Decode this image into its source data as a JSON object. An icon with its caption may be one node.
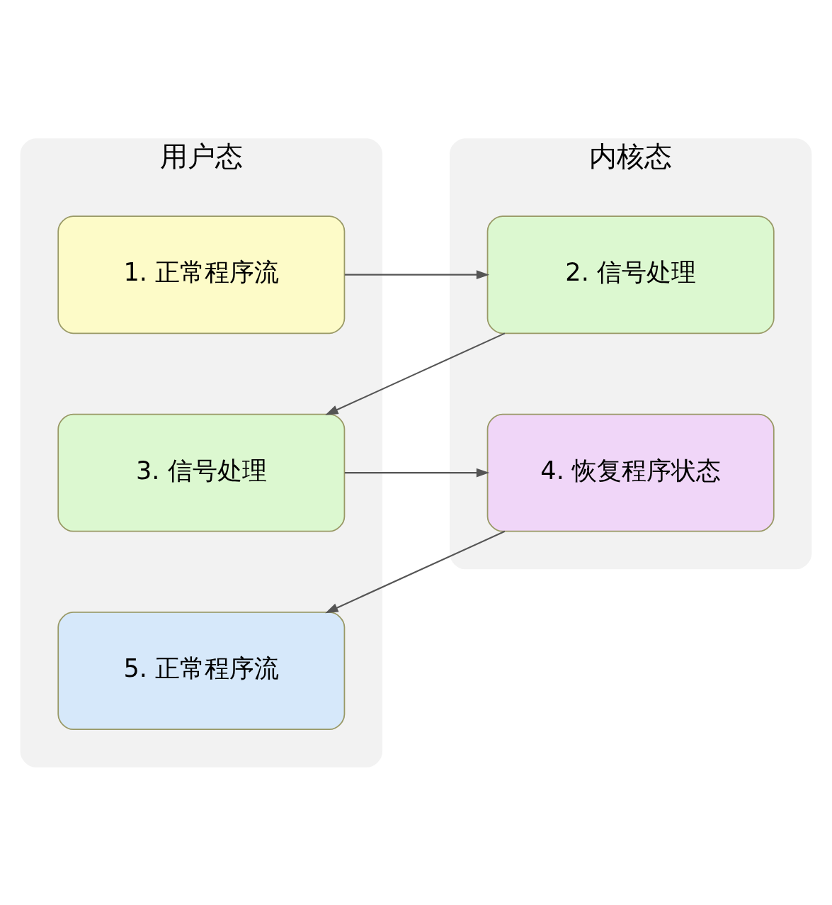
{
  "diagram": {
    "nodes": [
      {
        "text": [
          "用户态"
        ]
      },
      {
        "text": [
          "1. 正常程序流"
        ],
        "in": 0
      },
      {
        "text": [
          "内核态"
        ]
      },
      {
        "text": [
          "2. 信号处理"
        ],
        "in": 2
      },
      {
        "text": [
          "3. 信号处理"
        ],
        "in": 0
      },
      {
        "text": [
          "4. 恢复程序状态"
        ],
        "in": 2
      },
      {
        "text": [
          "5. 正常程序流"
        ],
        "in": 0
      }
    ],
    "edges": [
      {
        "from": 1,
        "to": 3,
        "arrow": "to"
      },
      {
        "from": 3,
        "to": 4,
        "arrow": "to"
      },
      {
        "from": 4,
        "to": 5,
        "arrow": "to"
      },
      {
        "from": 5,
        "to": 6,
        "arrow": "to"
      }
    ]
  }
}
